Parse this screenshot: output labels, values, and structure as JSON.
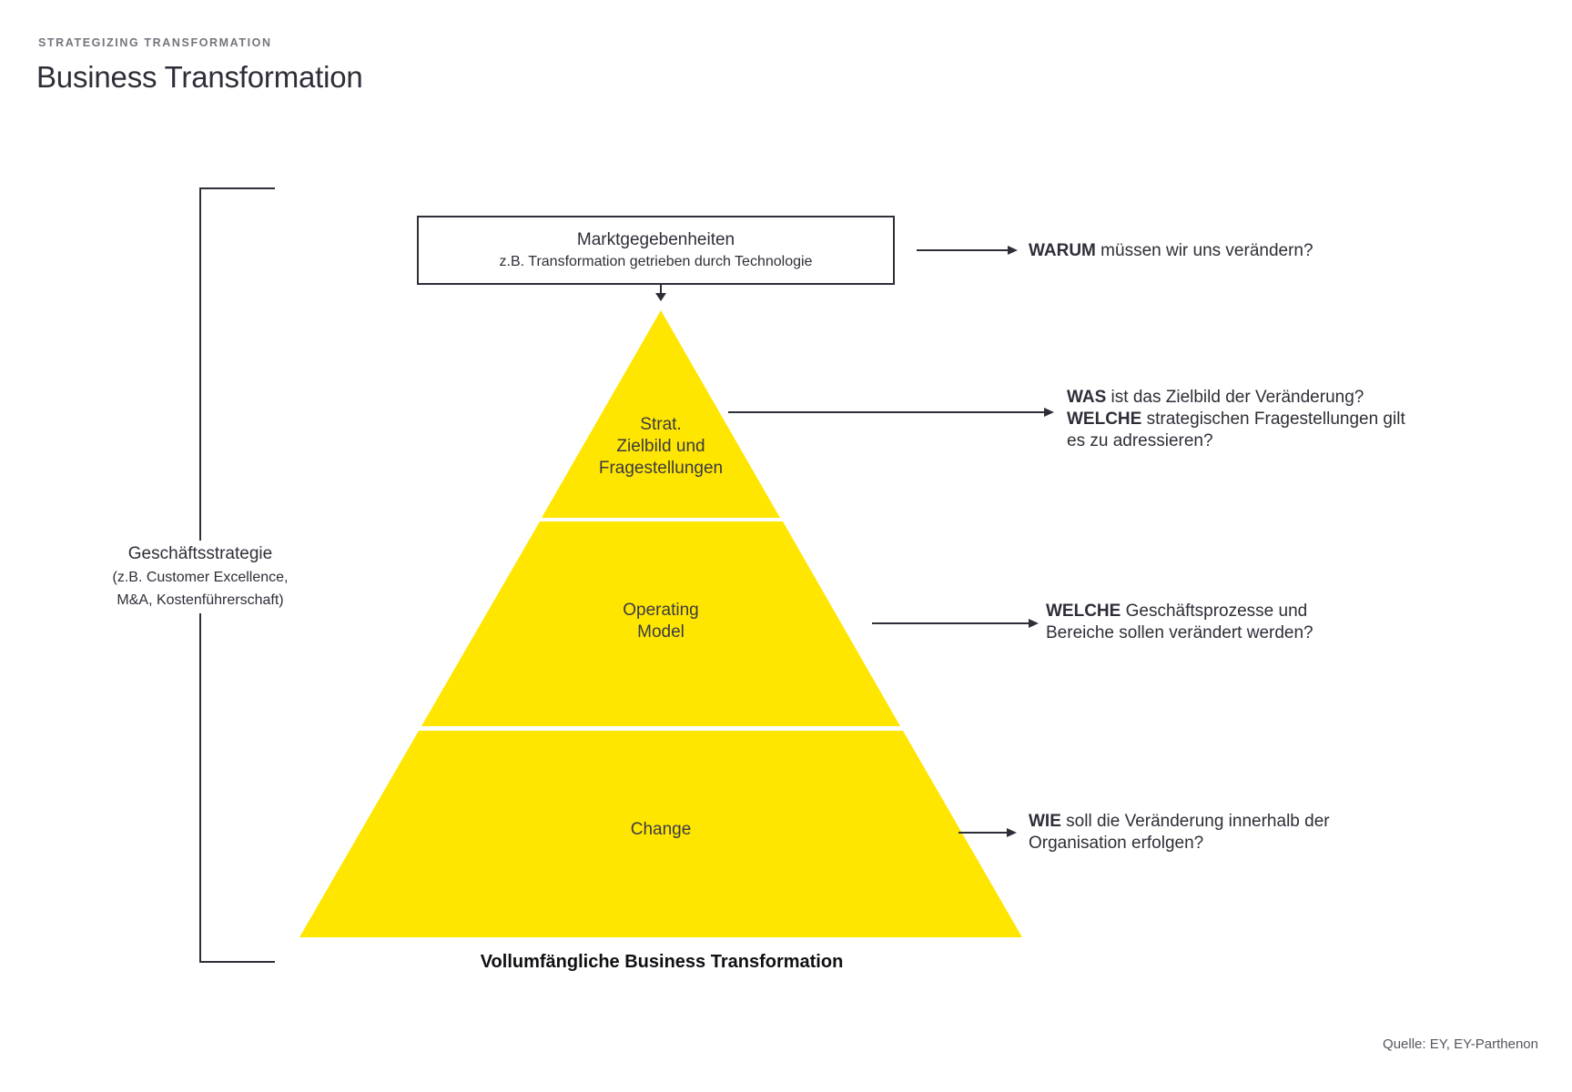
{
  "page": {
    "eyebrow": "STRATEGIZING TRANSFORMATION",
    "title": "Business Transformation"
  },
  "market_box": {
    "title": "Marktgegebenheiten",
    "subtitle": "z.B. Transformation getrieben durch Technologie"
  },
  "bracket_label": {
    "title": "Geschäftsstrategie",
    "line1": "(z.B. Customer Excellence,",
    "line2": "M&A, Kostenführerschaft)"
  },
  "pyramid": {
    "fill": "#FFE600",
    "levels": [
      {
        "lines": [
          "Strat.",
          "Zielbild und",
          "Fragestellungen"
        ]
      },
      {
        "lines": [
          "Operating",
          "Model"
        ]
      },
      {
        "lines": [
          "Change"
        ]
      }
    ],
    "caption": "Vollumfängliche Business Transformation"
  },
  "annotations": {
    "warum": {
      "bold1": "WARUM",
      "text1": " müssen wir uns verändern?"
    },
    "was_welche": {
      "bold1": "WAS",
      "text1": " ist das Zielbild der Veränderung?",
      "bold2": "WELCHE",
      "text2": " strategischen Fragestellungen gilt",
      "text3": "es zu adressieren?"
    },
    "welche": {
      "bold1": "WELCHE",
      "text1": " Geschäftsprozesse und",
      "text2": "Bereiche sollen verändert werden?"
    },
    "wie": {
      "bold1": "WIE",
      "text1": " soll die Veränderung innerhalb der",
      "text2": "Organisation erfolgen?"
    }
  },
  "source": "Quelle: EY, EY-Parthenon"
}
